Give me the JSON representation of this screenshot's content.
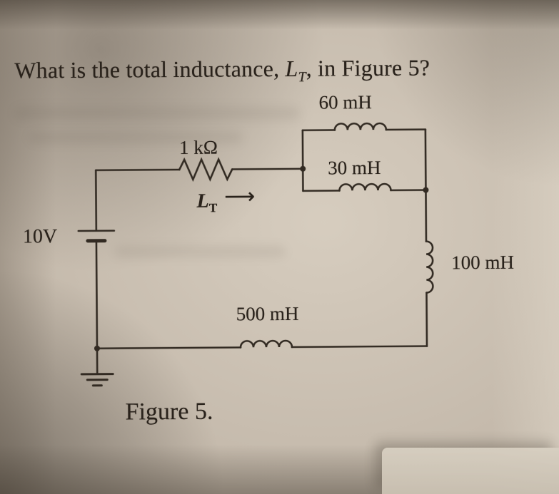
{
  "question": {
    "prefix": "What is the total inductance, ",
    "symbol": "L",
    "subscript": "T",
    "suffix": ", in Figure 5?"
  },
  "circuit": {
    "source_label": "10V",
    "resistor_label": "1 kΩ",
    "inductor_parallel_top_label": "60 mH",
    "inductor_parallel_bottom_label": "30 mH",
    "inductor_right_label": "100 mH",
    "inductor_bottom_label": "500 mH",
    "total_inductance_symbol": "L",
    "total_inductance_subscript": "T",
    "arrow": "⟶"
  },
  "caption": "Figure 5.",
  "colors": {
    "ink": "#332c24",
    "paper": "#c3b8aa"
  }
}
